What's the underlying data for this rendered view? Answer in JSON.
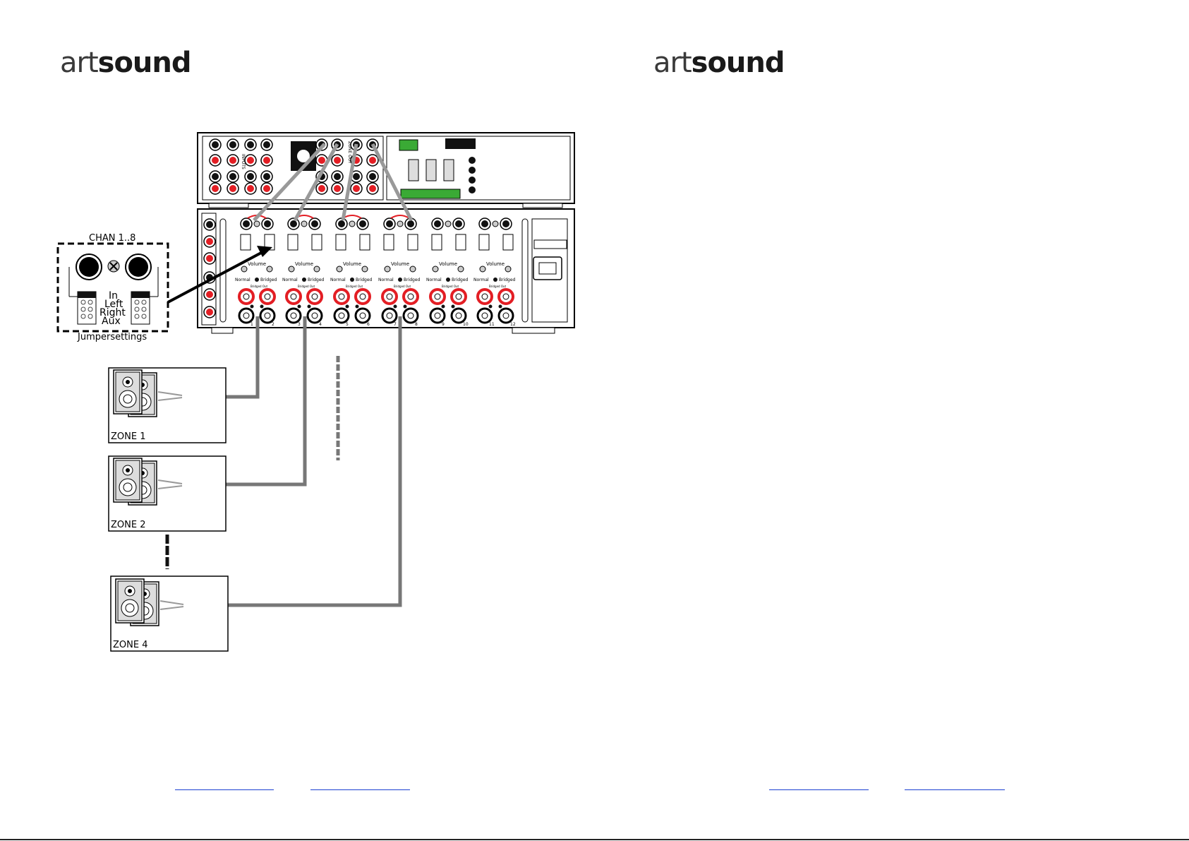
{
  "left_page": {
    "logo": {
      "pre": "art",
      "post": "sound"
    },
    "diagram": {
      "inset_title": "CHAN 1..8",
      "inset_labels": [
        "In",
        "Left",
        "Right",
        "Aux"
      ],
      "inset_caption": "Jumpersettings",
      "zones": [
        "ZONE 1",
        "ZONE 2",
        "ZONE 4"
      ],
      "preamp_labels": {
        "inputs": "INPUTS",
        "zone_out": "ZONE OUT"
      },
      "amp_labels": {
        "volume": "Volume",
        "normal": "Normal",
        "bridged": "Bridged",
        "bridged_out": "Bridged Out",
        "channel_numbers": [
          "1",
          "2",
          "3",
          "4",
          "5",
          "6",
          "7",
          "8",
          "9",
          "10",
          "11",
          "12"
        ]
      }
    }
  },
  "right_page": {
    "logo": {
      "pre": "art",
      "post": "sound"
    }
  },
  "colors": {
    "red": "#e31e24",
    "green": "#3aaa35",
    "gray": "#7b7b7b",
    "dark": "#1a1a1a",
    "link": "#1a3fd1"
  }
}
